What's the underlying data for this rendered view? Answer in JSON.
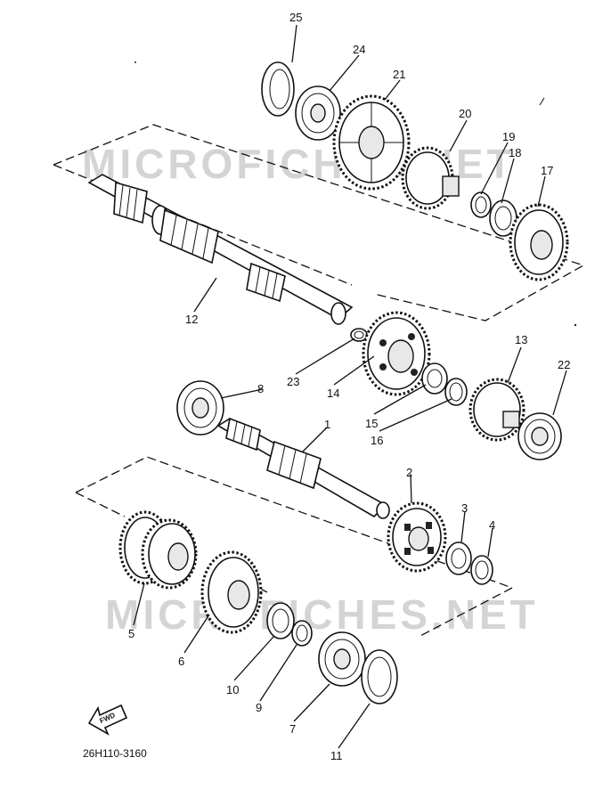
{
  "diagram": {
    "title_code": "26H110-3160",
    "find_label": "FWD",
    "watermarks": [
      "MICROFICHES.NET",
      "MICROFICHES.NET"
    ],
    "part_numbers": {
      "p1": "1",
      "p2": "2",
      "p3": "3",
      "p4": "4",
      "p5": "5",
      "p6": "6",
      "p7": "7",
      "p8": "8",
      "p9": "9",
      "p10": "10",
      "p11": "11",
      "p12": "12",
      "p13": "13",
      "p14": "14",
      "p15": "15",
      "p16": "16",
      "p17": "17",
      "p18": "18",
      "p19": "19",
      "p20": "20",
      "p21": "21",
      "p22": "22",
      "p23": "23",
      "p24": "24",
      "p25": "25"
    }
  }
}
